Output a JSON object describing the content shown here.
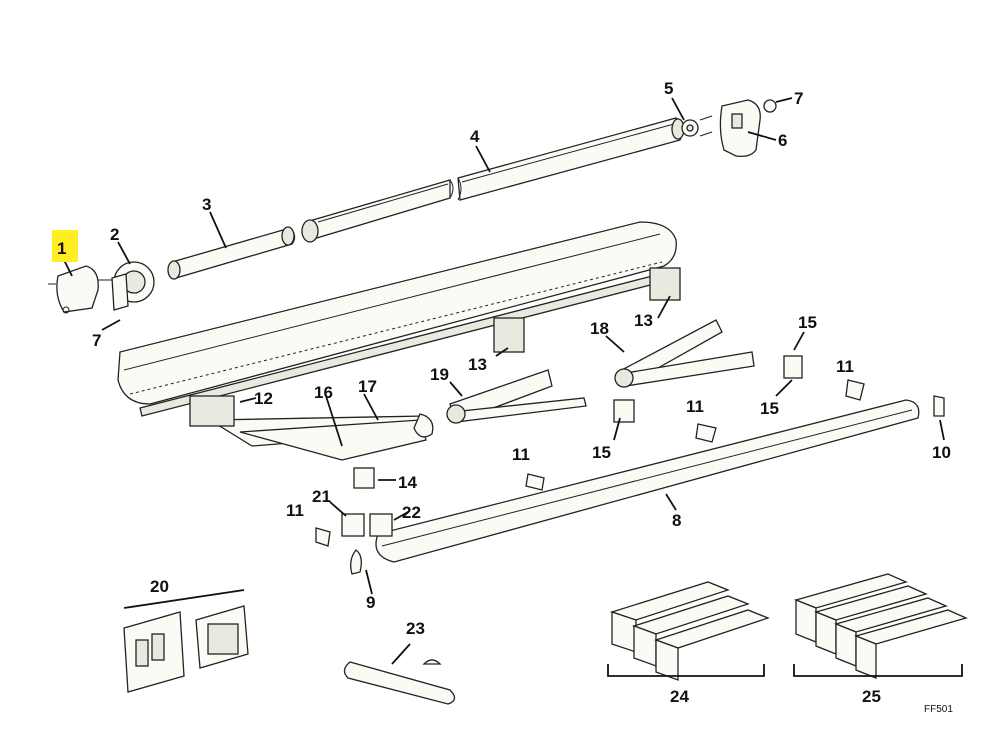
{
  "diagram": {
    "highlighted_callout": "1",
    "highlight_color": "#ffee22",
    "callouts": [
      {
        "id": "c1",
        "label": "1"
      },
      {
        "id": "c2",
        "label": "2"
      },
      {
        "id": "c3",
        "label": "3"
      },
      {
        "id": "c4",
        "label": "4"
      },
      {
        "id": "c5",
        "label": "5"
      },
      {
        "id": "c6",
        "label": "6"
      },
      {
        "id": "c7a",
        "label": "7"
      },
      {
        "id": "c7b",
        "label": "7"
      },
      {
        "id": "c8",
        "label": "8"
      },
      {
        "id": "c9",
        "label": "9"
      },
      {
        "id": "c10",
        "label": "10"
      },
      {
        "id": "c11a",
        "label": "11"
      },
      {
        "id": "c11b",
        "label": "11"
      },
      {
        "id": "c11c",
        "label": "11"
      },
      {
        "id": "c11d",
        "label": "11"
      },
      {
        "id": "c12",
        "label": "12"
      },
      {
        "id": "c13a",
        "label": "13"
      },
      {
        "id": "c13b",
        "label": "13"
      },
      {
        "id": "c14",
        "label": "14"
      },
      {
        "id": "c15a",
        "label": "15"
      },
      {
        "id": "c15b",
        "label": "15"
      },
      {
        "id": "c15c",
        "label": "15"
      },
      {
        "id": "c16",
        "label": "16"
      },
      {
        "id": "c17",
        "label": "17"
      },
      {
        "id": "c18",
        "label": "18"
      },
      {
        "id": "c19",
        "label": "19"
      },
      {
        "id": "c20",
        "label": "20"
      },
      {
        "id": "c21",
        "label": "21"
      },
      {
        "id": "c22",
        "label": "22"
      },
      {
        "id": "c23",
        "label": "23"
      },
      {
        "id": "c24",
        "label": "24"
      },
      {
        "id": "c25",
        "label": "25"
      }
    ],
    "figure_code": "FF501"
  }
}
